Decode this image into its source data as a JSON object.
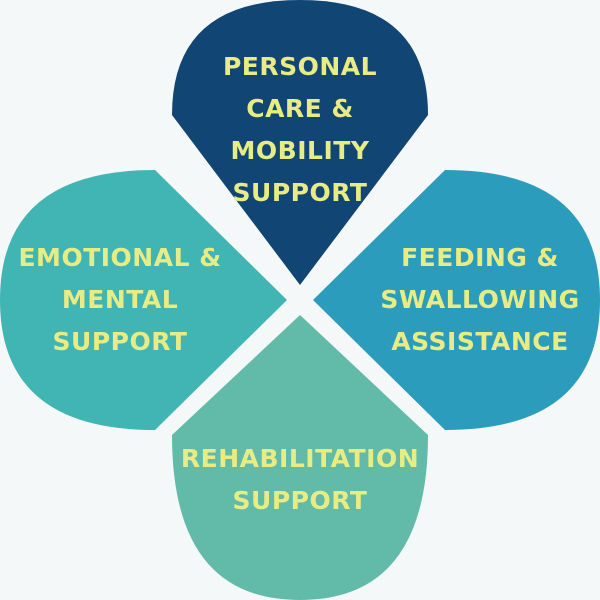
{
  "colors": {
    "background": "#f5f8f8",
    "text": "#e8ec84",
    "top_petal": "#114573",
    "left_petal": "#41b5b3",
    "right_petal": "#2c9cbd",
    "bottom_petal": "#62bba8"
  },
  "petals": {
    "top": {
      "label": "PERSONAL\nCARE &\nMOBILITY\nSUPPORT"
    },
    "left": {
      "label": "EMOTIONAL &\nMENTAL\nSUPPORT"
    },
    "right": {
      "label": "FEEDING &\nSWALLOWING\nASSISTANCE"
    },
    "bottom": {
      "label": "REHABILITATION\nSUPPORT"
    }
  }
}
